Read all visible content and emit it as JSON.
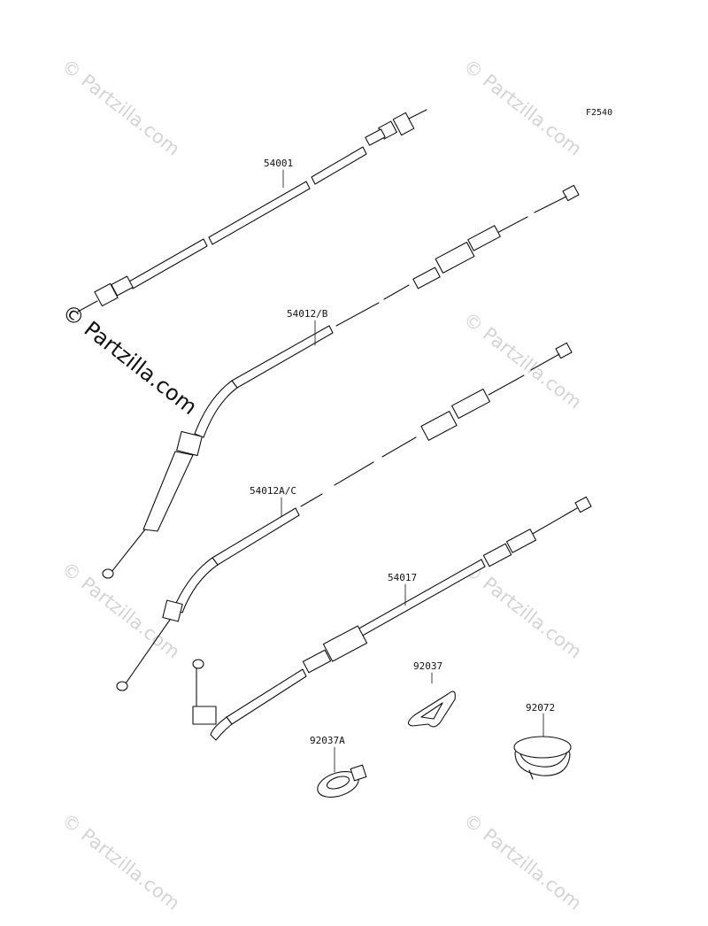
{
  "figure_code": "F2540",
  "watermark": "© Partzilla.com",
  "parts": [
    {
      "number": "54001"
    },
    {
      "number": "54012/B"
    },
    {
      "number": "54012A/C"
    },
    {
      "number": "54017"
    },
    {
      "number": "92037"
    },
    {
      "number": "92037A"
    },
    {
      "number": "92072"
    }
  ]
}
